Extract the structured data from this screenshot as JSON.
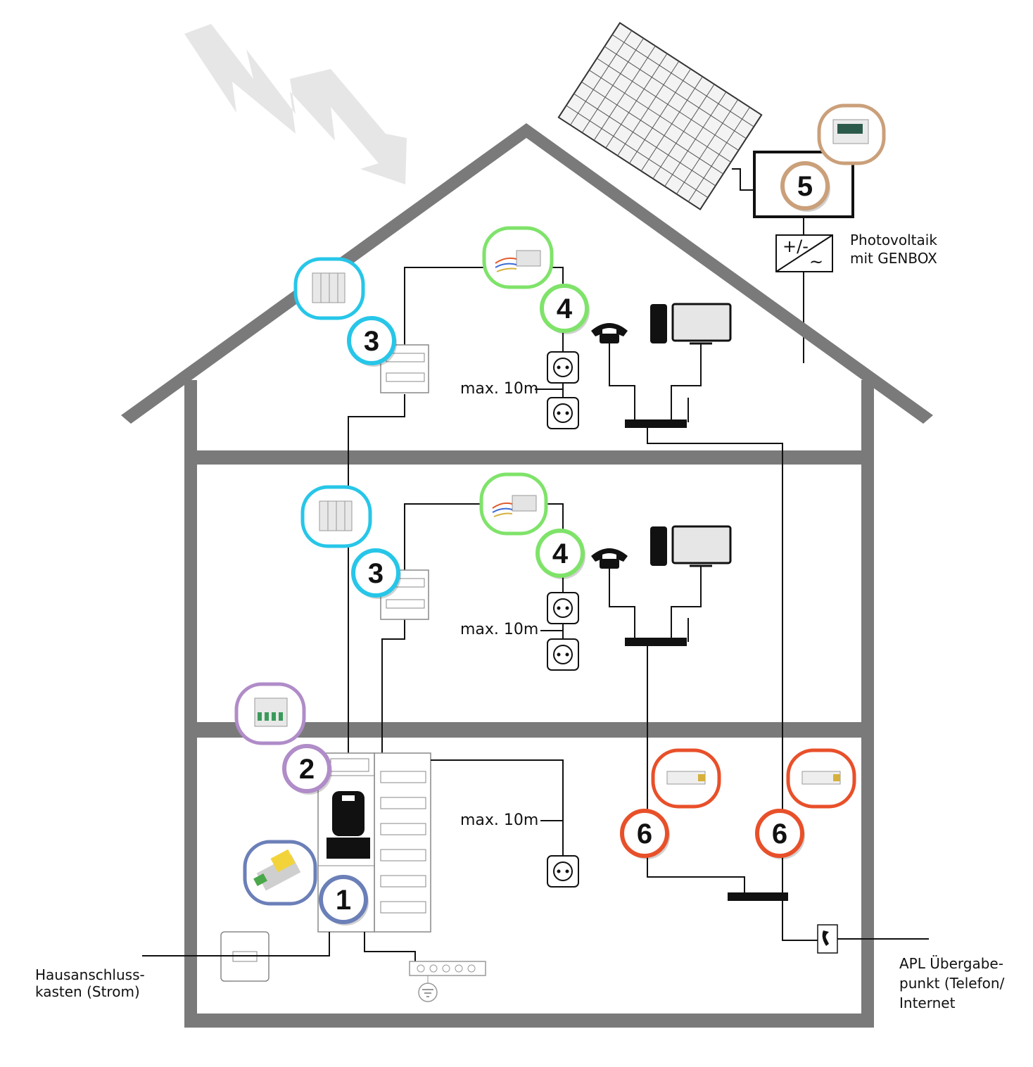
{
  "labels": {
    "pv_line1": "Photovoltaik",
    "pv_line2": "mit GENBOX",
    "inverter_plus": "+/-",
    "inverter_tilde": "~",
    "max_top": "max. 10m",
    "max_mid": "max. 10m",
    "max_bottom": "max. 10m",
    "hak_line1": "Hausanschluss-",
    "hak_line2": "kasten (Strom)",
    "apl_line1": "APL Übergabe-",
    "apl_line2": "punkt (Telefon/",
    "apl_line3": "Internet"
  },
  "badges": [
    {
      "id": "b1",
      "number": "1",
      "color": "#6b7fb8"
    },
    {
      "id": "b2",
      "number": "2",
      "color": "#b08cc8"
    },
    {
      "id": "b3a",
      "number": "3",
      "color": "#27c6e8"
    },
    {
      "id": "b3b",
      "number": "3",
      "color": "#27c6e8"
    },
    {
      "id": "b4a",
      "number": "4",
      "color": "#7fe36a"
    },
    {
      "id": "b4b",
      "number": "4",
      "color": "#7fe36a"
    },
    {
      "id": "b5",
      "number": "5",
      "color": "#caa07a"
    },
    {
      "id": "b6a",
      "number": "6",
      "color": "#e8502a"
    },
    {
      "id": "b6b",
      "number": "6",
      "color": "#e8502a"
    }
  ],
  "colors": {
    "wall": "#7a7a7a",
    "lightning": "#e6e6e6",
    "type1": "#6b7fb8",
    "type2": "#b08cc8",
    "type3": "#27c6e8",
    "fine": "#7fe36a",
    "pv": "#caa07a",
    "telecom": "#e8502a"
  },
  "icons": {
    "lightning": "lightning-icon",
    "solar_panel": "solar-panel-icon",
    "phone": "telephone-icon",
    "computer": "computer-icon",
    "socket": "socket-icon",
    "ground": "ground-icon",
    "apl_phone": "phone-handset-icon"
  }
}
